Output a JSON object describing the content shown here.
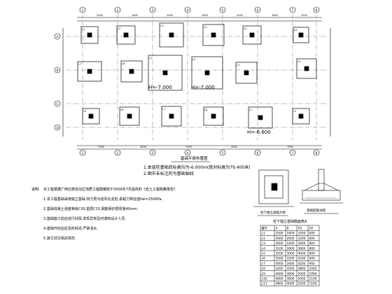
{
  "plan": {
    "title": "基础平面布置图",
    "notes": [
      "1.本层柱基础底标高均为-6.000m(绝对标高为79.400米)",
      "2.图中未标注的为基础轴线"
    ],
    "columns_top": [
      "1",
      "2",
      "3",
      "4",
      "5",
      "6",
      "7",
      "8"
    ],
    "columns_bottom": [
      "1",
      "2",
      "3",
      "4",
      "5",
      "6",
      "7",
      "8"
    ],
    "rows_left": [
      "A",
      "B",
      "C",
      "D"
    ],
    "top_dims": [
      "2000",
      "1600",
      "2000",
      "1600",
      "2000",
      "1600",
      "2000"
    ],
    "bottom_dims": [
      "7500",
      "4500",
      "7000",
      "4500",
      "7500"
    ],
    "footing_labels": [
      "J-1",
      "J-2",
      "J-3",
      "J-4",
      "J-5",
      "J-6",
      "J-7",
      "J-8"
    ],
    "elevations": [
      "H=-7.000",
      "H=-7.000",
      "H=-6.600"
    ]
  },
  "general_notes": {
    "heading": "说明:",
    "items": [
      "本工程根据广西壮族自治区地质工程勘察院于2009年7月提供的《岩土工程勘察报告》",
      "1.本工程基础采用独立基础,持力层为强风化泥岩,承载力特征值fak=250KPa.",
      "2.基础混凝土强度等级C30,垫层C15,钢筋保护层厚度40mm.",
      "3.基础施工前应进行钎探,发现异常及时通知设计人员.",
      "4.基础开挖后应及时封闭,严禁浸水.",
      "5.其它详见相关规范."
    ]
  },
  "details": {
    "detail1_label": "柱下独立基础大样",
    "detail2_label": "基础配筋详图"
  },
  "schedule": {
    "title": "柱下独立基础截面表A",
    "headers": [
      "编号",
      "A",
      "B",
      "H1",
      "H2"
    ],
    "rows": [
      [
        "J-1",
        "2500",
        "1800",
        "3200",
        "600"
      ],
      [
        "J-2",
        "2600",
        "2000",
        "3200",
        "600"
      ],
      [
        "J-3",
        "3000",
        "2400",
        "3600",
        "800"
      ],
      [
        "J-4",
        "3100",
        "2800",
        "3800",
        "800"
      ],
      [
        "J-5",
        "3200",
        "3000",
        "4000",
        "800"
      ],
      [
        "J-6",
        "3500",
        "3200",
        "4200",
        "900"
      ],
      [
        "J-7",
        "4000",
        "3400",
        "4200",
        "900"
      ],
      [
        "J-8",
        "4200",
        "3500",
        "4800",
        "1000"
      ],
      [
        "J-9",
        "4400",
        "3600",
        "5000",
        "1000"
      ],
      [
        "J-10",
        "4600",
        "3800",
        "5000",
        "1100"
      ],
      [
        "J-11",
        "4800",
        "4000",
        "5200",
        "1100"
      ]
    ]
  }
}
